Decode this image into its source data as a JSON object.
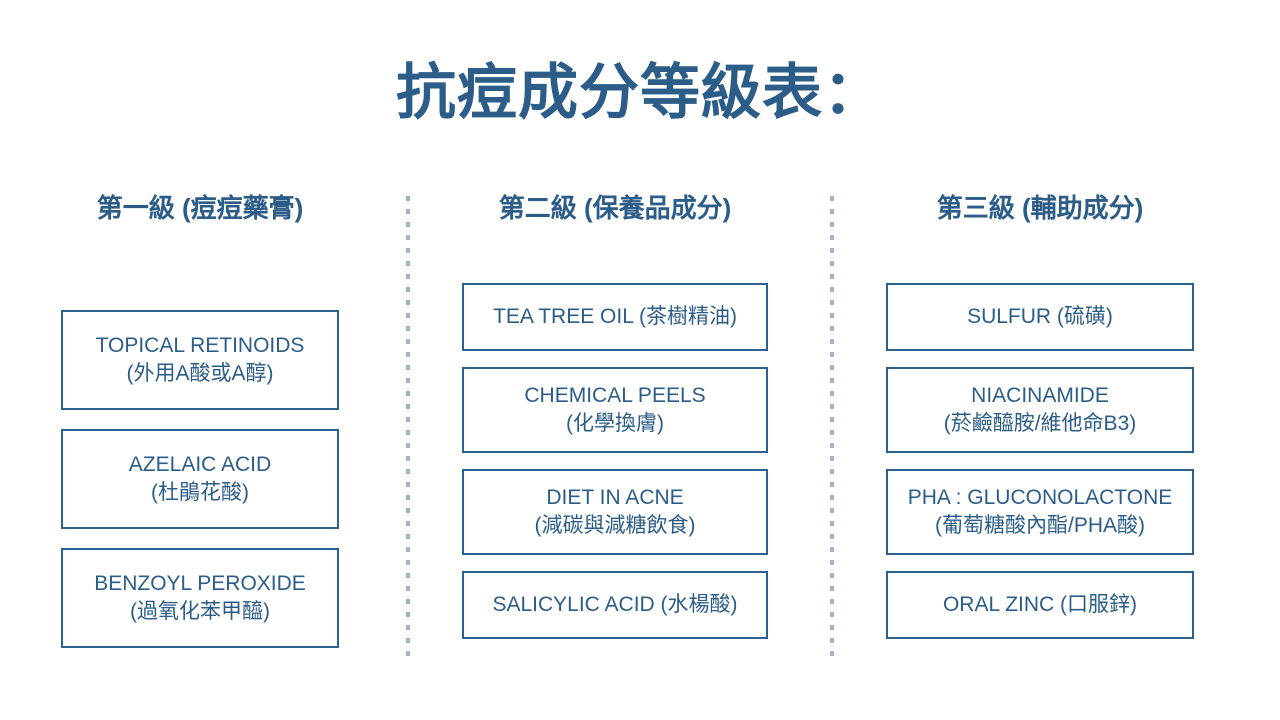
{
  "title": "抗痘成分等級表：",
  "columns": [
    {
      "header": "第一級 (痘痘藥膏)",
      "items": [
        {
          "primary": "TOPICAL RETINOIDS",
          "secondary": "(外用A酸或A醇)"
        },
        {
          "primary": "AZELAIC ACID",
          "secondary": "(杜鵑花酸)"
        },
        {
          "primary": "BENZOYL PEROXIDE",
          "secondary": "(過氧化苯甲醯)"
        }
      ]
    },
    {
      "header": "第二級 (保養品成分)",
      "items": [
        {
          "primary": "TEA TREE OIL (茶樹精油)",
          "secondary": ""
        },
        {
          "primary": "CHEMICAL PEELS",
          "secondary": "(化學換膚)"
        },
        {
          "primary": "DIET IN ACNE",
          "secondary": "(減碳與減糖飲食)"
        },
        {
          "primary": "SALICYLIC ACID (水楊酸)",
          "secondary": ""
        }
      ]
    },
    {
      "header": "第三級 (輔助成分)",
      "items": [
        {
          "primary": "SULFUR (硫磺)",
          "secondary": ""
        },
        {
          "primary": "NIACINAMIDE",
          "secondary": "(菸鹼醯胺/維他命B3)"
        },
        {
          "primary": "PHA : GLUCONOLACTONE",
          "secondary": "(葡萄糖酸內酯/PHA酸)"
        },
        {
          "primary": "ORAL ZINC (口服鋅)",
          "secondary": ""
        }
      ]
    }
  ],
  "colors": {
    "text_blue": "#2c5d88",
    "border_blue": "#2c6190",
    "divider_gray_blue": "#a8aec8",
    "background": "#ffffff"
  }
}
